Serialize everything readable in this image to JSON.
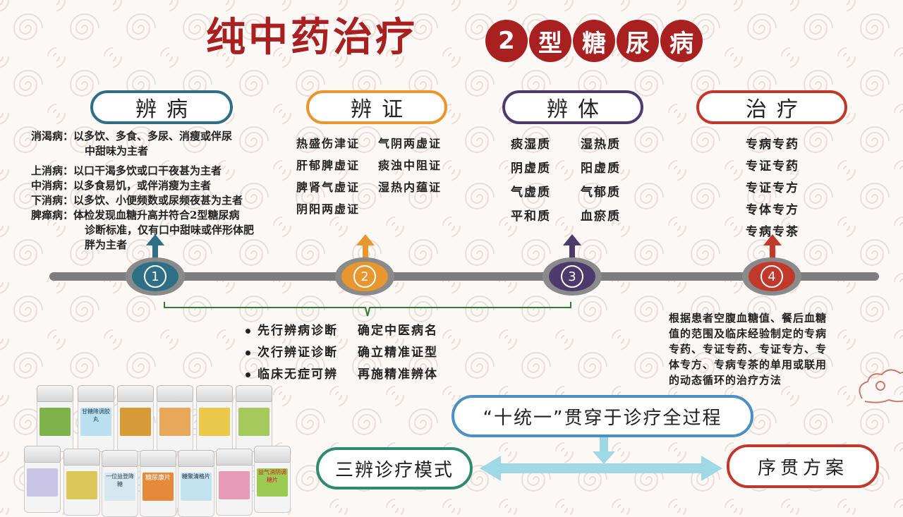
{
  "title": "纯中药治疗",
  "title_badges": [
    "2",
    "型",
    "糖",
    "尿",
    "病"
  ],
  "colors": {
    "title_red": "#a8201f",
    "teal": "#2f6f86",
    "orange": "#e8962e",
    "purple": "#4b3a6b",
    "red": "#c0392b",
    "arrow_cyan": "#9fd9e6"
  },
  "stages": [
    {
      "header": "辨病",
      "number": "1"
    },
    {
      "header": "辨证",
      "number": "2"
    },
    {
      "header": "辨体",
      "number": "3"
    },
    {
      "header": "治疗",
      "number": "4"
    }
  ],
  "bianbing": [
    {
      "term": "消渴病：",
      "desc": "以多饮、多食、多尿、消瘦或伴尿"
    },
    {
      "term": "",
      "desc": "中甜味为主者"
    },
    {
      "term": "上消病：",
      "desc": "以口干渴多饮或口干夜甚为主者"
    },
    {
      "term": "中消病：",
      "desc": "以多食易饥，或伴消瘦为主者"
    },
    {
      "term": "下消病：",
      "desc": "以多饮、小便频数或尿频夜甚为主者"
    },
    {
      "term": "脾瘅病：",
      "desc": "体检发现血糖升高并符合2型糖尿病"
    },
    {
      "term": "",
      "desc": "诊断标准，仅有口中甜味或伴形体肥"
    },
    {
      "term": "",
      "desc": "胖为主者"
    }
  ],
  "bianzheng": [
    "热盛伤津证",
    "气阴两虚证",
    "肝郁脾虚证",
    "痰浊中阻证",
    "脾肾气虚证",
    "湿热内蕴证",
    "阴阳两虚证",
    ""
  ],
  "bianti": [
    "痰湿质",
    "湿热质",
    "阴虚质",
    "阳虚质",
    "气虚质",
    "气郁质",
    "平和质",
    "血瘀质"
  ],
  "zhiliao": [
    "专病专药",
    "专证专药",
    "专证专方",
    "专体专方",
    "专病专茶"
  ],
  "bullets": [
    {
      "left": "先行辨病诊断",
      "right": "确定中医病名"
    },
    {
      "left": "次行辨证诊断",
      "right": "确立精准证型"
    },
    {
      "left": "临床无症可辨",
      "right": "再施精准辨体"
    }
  ],
  "treatment_desc": [
    "根据患者空腹血糖值、餐后血糖",
    "值的范围及临床经验制定的专病",
    "专药、专证专药、专证专方、专",
    "体专方、专病专茶的单用或联用",
    "的动态循环的治疗方法"
  ],
  "flow": {
    "top": "“十统一”贯穿于诊疗全过程",
    "left": "三辨诊疗模式",
    "right": "序贯方案"
  },
  "bottle_labels": [
    "",
    "甘糖降调胶丸",
    "",
    "",
    "",
    "",
    "",
    "",
    "一位益登降糖",
    "糖尿康片",
    "糖聚清格片",
    "",
    "益气消阴调糖片"
  ]
}
